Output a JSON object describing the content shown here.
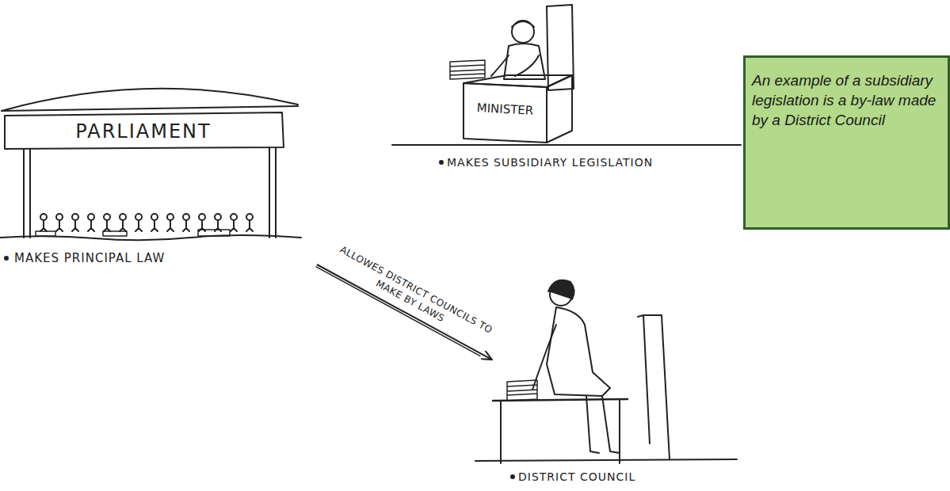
{
  "diagram": {
    "nodes": [
      {
        "text": [
          "PARLIAMENT",
          "MAKES PRINCIPAL LAW"
        ]
      },
      {
        "text": [
          "MINISTER",
          "MAKES SUBSIDIARY LEGISLATION"
        ]
      },
      {
        "text": [
          "An example of a subsidiary legislation is a by-law made by a District Council"
        ]
      },
      {
        "text": [
          "DISTRICT COUNCIL"
        ]
      }
    ],
    "edges": [
      {
        "from": 0,
        "to": 3,
        "arrow": "to",
        "label": "ALLOWES DISTRICT COUNCILS TO MAKE BY LAWS"
      }
    ]
  }
}
